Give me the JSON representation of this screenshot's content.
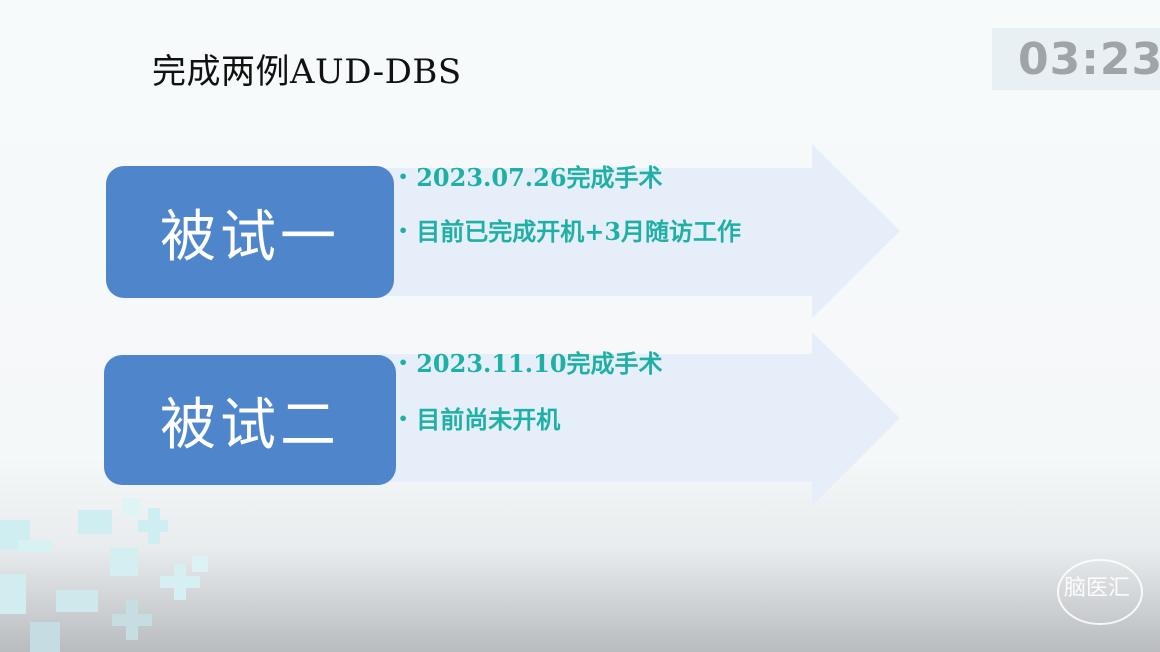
{
  "slide": {
    "title": "完成两例AUD-DBS",
    "timer": "03:23",
    "subjects": [
      {
        "label": "被试一",
        "points": [
          "2023.07.26完成手术",
          "目前已完成开机+3月随访工作"
        ]
      },
      {
        "label": "被试二",
        "points": [
          "2023.11.10完成手术",
          "目前尚未开机"
        ]
      }
    ],
    "bullet_symbol": "•"
  },
  "watermark": {
    "logo_text": "脑医汇"
  },
  "colors": {
    "box": "#4f86cb",
    "bullet_text": "#1fb0a5",
    "arrow": "#e6eefa",
    "decor": "#cfeef1"
  }
}
